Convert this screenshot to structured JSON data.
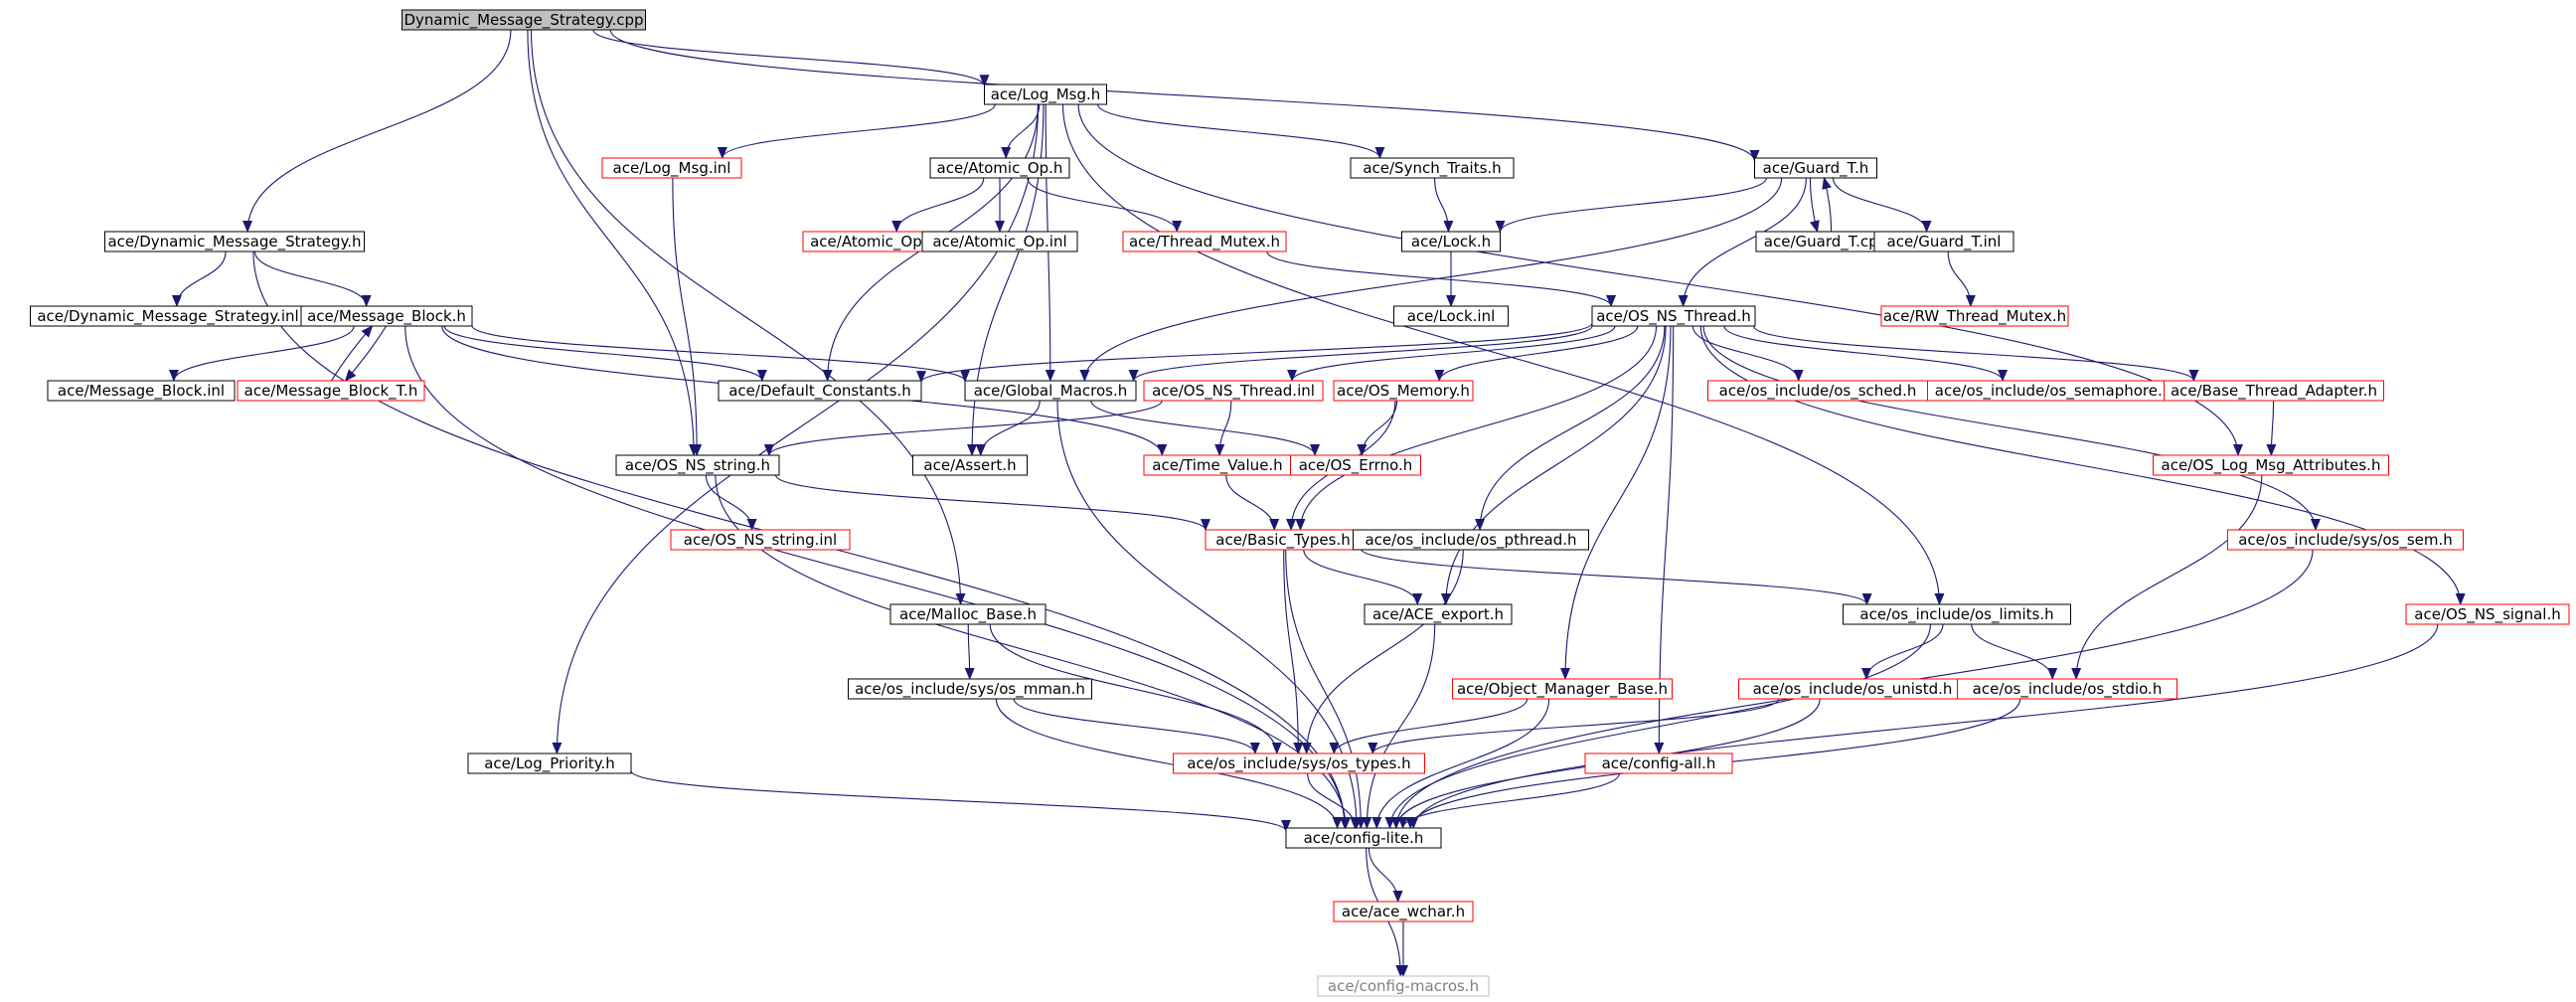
{
  "nodes": [
    {
      "id": "root",
      "label": "Dynamic_Message_Strategy.cpp",
      "style": "root"
    },
    {
      "id": "log_msg_h",
      "label": "ace/Log_Msg.h",
      "style": "black"
    },
    {
      "id": "log_msg_inl",
      "label": "ace/Log_Msg.inl",
      "style": "red"
    },
    {
      "id": "atomic_op_h",
      "label": "ace/Atomic_Op.h",
      "style": "black"
    },
    {
      "id": "synch_traits_h",
      "label": "ace/Synch_Traits.h",
      "style": "black"
    },
    {
      "id": "guard_t_h",
      "label": "ace/Guard_T.h",
      "style": "black"
    },
    {
      "id": "dms_h",
      "label": "ace/Dynamic_Message_Strategy.h",
      "style": "black"
    },
    {
      "id": "atomic_op_t_h",
      "label": "ace/Atomic_Op_T.h",
      "style": "red"
    },
    {
      "id": "atomic_op_inl",
      "label": "ace/Atomic_Op.inl",
      "style": "black"
    },
    {
      "id": "thread_mutex_h",
      "label": "ace/Thread_Mutex.h",
      "style": "red"
    },
    {
      "id": "lock_h",
      "label": "ace/Lock.h",
      "style": "black"
    },
    {
      "id": "guard_t_cpp",
      "label": "ace/Guard_T.cpp",
      "style": "black"
    },
    {
      "id": "guard_t_inl",
      "label": "ace/Guard_T.inl",
      "style": "black"
    },
    {
      "id": "dms_inl",
      "label": "ace/Dynamic_Message_Strategy.inl",
      "style": "black"
    },
    {
      "id": "message_block_h",
      "label": "ace/Message_Block.h",
      "style": "black"
    },
    {
      "id": "lock_inl",
      "label": "ace/Lock.inl",
      "style": "black"
    },
    {
      "id": "rw_thread_mutex_h",
      "label": "ace/RW_Thread_Mutex.h",
      "style": "red"
    },
    {
      "id": "os_ns_thread_h",
      "label": "ace/OS_NS_Thread.h",
      "style": "black"
    },
    {
      "id": "message_block_inl",
      "label": "ace/Message_Block.inl",
      "style": "black"
    },
    {
      "id": "message_block_t_h",
      "label": "ace/Message_Block_T.h",
      "style": "red"
    },
    {
      "id": "default_constants_h",
      "label": "ace/Default_Constants.h",
      "style": "black"
    },
    {
      "id": "global_macros_h",
      "label": "ace/Global_Macros.h",
      "style": "black"
    },
    {
      "id": "os_ns_thread_inl",
      "label": "ace/OS_NS_Thread.inl",
      "style": "red"
    },
    {
      "id": "os_memory_h",
      "label": "ace/OS_Memory.h",
      "style": "red"
    },
    {
      "id": "os_sched_h",
      "label": "ace/os_include/os_sched.h",
      "style": "red"
    },
    {
      "id": "os_semaphore_h",
      "label": "ace/os_include/os_semaphore.h",
      "style": "red"
    },
    {
      "id": "base_thread_adapter_h",
      "label": "ace/Base_Thread_Adapter.h",
      "style": "red"
    },
    {
      "id": "os_ns_string_h",
      "label": "ace/OS_NS_string.h",
      "style": "black"
    },
    {
      "id": "assert_h",
      "label": "ace/Assert.h",
      "style": "black"
    },
    {
      "id": "time_value_h",
      "label": "ace/Time_Value.h",
      "style": "red"
    },
    {
      "id": "os_errno_h",
      "label": "ace/OS_Errno.h",
      "style": "red"
    },
    {
      "id": "os_log_msg_attributes_h",
      "label": "ace/OS_Log_Msg_Attributes.h",
      "style": "red"
    },
    {
      "id": "os_ns_string_inl",
      "label": "ace/OS_NS_string.inl",
      "style": "red"
    },
    {
      "id": "basic_types_h",
      "label": "ace/Basic_Types.h",
      "style": "red"
    },
    {
      "id": "os_pthread_h",
      "label": "ace/os_include/os_pthread.h",
      "style": "black"
    },
    {
      "id": "os_sem_h",
      "label": "ace/os_include/sys/os_sem.h",
      "style": "red"
    },
    {
      "id": "malloc_base_h",
      "label": "ace/Malloc_Base.h",
      "style": "black"
    },
    {
      "id": "ace_export_h",
      "label": "ace/ACE_export.h",
      "style": "black"
    },
    {
      "id": "os_limits_h",
      "label": "ace/os_include/os_limits.h",
      "style": "black"
    },
    {
      "id": "os_ns_signal_h",
      "label": "ace/OS_NS_signal.h",
      "style": "red"
    },
    {
      "id": "os_mman_h",
      "label": "ace/os_include/sys/os_mman.h",
      "style": "black"
    },
    {
      "id": "object_manager_base_h",
      "label": "ace/Object_Manager_Base.h",
      "style": "red"
    },
    {
      "id": "os_unistd_h",
      "label": "ace/os_include/os_unistd.h",
      "style": "red"
    },
    {
      "id": "os_stdio_h",
      "label": "ace/os_include/os_stdio.h",
      "style": "red"
    },
    {
      "id": "log_priority_h",
      "label": "ace/Log_Priority.h",
      "style": "black"
    },
    {
      "id": "os_types_h",
      "label": "ace/os_include/sys/os_types.h",
      "style": "red"
    },
    {
      "id": "config_all_h",
      "label": "ace/config-all.h",
      "style": "red"
    },
    {
      "id": "config_lite_h",
      "label": "ace/config-lite.h",
      "style": "black"
    },
    {
      "id": "ace_wchar_h",
      "label": "ace/ace_wchar.h",
      "style": "red"
    },
    {
      "id": "config_macros_h",
      "label": "ace/config-macros.h",
      "style": "gray"
    }
  ],
  "edges": [
    [
      "root",
      "log_msg_h"
    ],
    [
      "root",
      "guard_t_h"
    ],
    [
      "root",
      "dms_h"
    ],
    [
      "root",
      "os_ns_string_h"
    ],
    [
      "root",
      "malloc_base_h"
    ],
    [
      "log_msg_h",
      "log_msg_inl"
    ],
    [
      "log_msg_h",
      "atomic_op_h"
    ],
    [
      "log_msg_h",
      "synch_traits_h"
    ],
    [
      "log_msg_h",
      "default_constants_h"
    ],
    [
      "log_msg_h",
      "global_macros_h"
    ],
    [
      "log_msg_h",
      "assert_h"
    ],
    [
      "log_msg_h",
      "log_priority_h"
    ],
    [
      "log_msg_h",
      "os_log_msg_attributes_h"
    ],
    [
      "log_msg_h",
      "os_limits_h"
    ],
    [
      "log_msg_inl",
      "os_ns_string_h"
    ],
    [
      "atomic_op_h",
      "atomic_op_t_h"
    ],
    [
      "atomic_op_h",
      "atomic_op_inl"
    ],
    [
      "atomic_op_h",
      "thread_mutex_h"
    ],
    [
      "thread_mutex_h",
      "os_ns_thread_h"
    ],
    [
      "synch_traits_h",
      "lock_h"
    ],
    [
      "lock_h",
      "lock_inl"
    ],
    [
      "guard_t_h",
      "lock_h"
    ],
    [
      "guard_t_h",
      "guard_t_cpp"
    ],
    [
      "guard_t_h",
      "guard_t_inl"
    ],
    [
      "guard_t_h",
      "os_ns_thread_h"
    ],
    [
      "guard_t_h",
      "global_macros_h"
    ],
    [
      "guard_t_cpp",
      "guard_t_h"
    ],
    [
      "guard_t_inl",
      "rw_thread_mutex_h"
    ],
    [
      "dms_h",
      "dms_inl"
    ],
    [
      "dms_h",
      "message_block_h"
    ],
    [
      "dms_h",
      "config_lite_h"
    ],
    [
      "message_block_h",
      "message_block_inl"
    ],
    [
      "message_block_h",
      "message_block_t_h"
    ],
    [
      "message_block_h",
      "default_constants_h"
    ],
    [
      "message_block_h",
      "global_macros_h"
    ],
    [
      "message_block_h",
      "time_value_h"
    ],
    [
      "message_block_h",
      "config_lite_h"
    ],
    [
      "message_block_t_h",
      "message_block_h"
    ],
    [
      "os_ns_thread_h",
      "default_constants_h"
    ],
    [
      "os_ns_thread_h",
      "global_macros_h"
    ],
    [
      "os_ns_thread_h",
      "os_ns_thread_inl"
    ],
    [
      "os_ns_thread_h",
      "os_memory_h"
    ],
    [
      "os_ns_thread_h",
      "os_sched_h"
    ],
    [
      "os_ns_thread_h",
      "os_semaphore_h"
    ],
    [
      "os_ns_thread_h",
      "base_thread_adapter_h"
    ],
    [
      "os_ns_thread_h",
      "basic_types_h"
    ],
    [
      "os_ns_thread_h",
      "os_pthread_h"
    ],
    [
      "os_ns_thread_h",
      "ace_export_h"
    ],
    [
      "os_ns_thread_h",
      "object_manager_base_h"
    ],
    [
      "os_ns_thread_h",
      "config_all_h"
    ],
    [
      "os_ns_thread_h",
      "os_sem_h"
    ],
    [
      "os_ns_thread_h",
      "os_ns_signal_h"
    ],
    [
      "global_macros_h",
      "assert_h"
    ],
    [
      "global_macros_h",
      "os_errno_h"
    ],
    [
      "global_macros_h",
      "config_lite_h"
    ],
    [
      "os_ns_thread_inl",
      "time_value_h"
    ],
    [
      "os_ns_thread_inl",
      "os_ns_string_h"
    ],
    [
      "os_memory_h",
      "os_errno_h"
    ],
    [
      "os_memory_h",
      "basic_types_h"
    ],
    [
      "base_thread_adapter_h",
      "os_log_msg_attributes_h"
    ],
    [
      "os_ns_string_h",
      "os_ns_string_inl"
    ],
    [
      "os_ns_string_h",
      "basic_types_h"
    ],
    [
      "os_ns_string_h",
      "config_lite_h"
    ],
    [
      "time_value_h",
      "basic_types_h"
    ],
    [
      "os_log_msg_attributes_h",
      "os_stdio_h"
    ],
    [
      "basic_types_h",
      "ace_export_h"
    ],
    [
      "basic_types_h",
      "os_limits_h"
    ],
    [
      "basic_types_h",
      "os_types_h"
    ],
    [
      "basic_types_h",
      "config_lite_h"
    ],
    [
      "os_pthread_h",
      "os_types_h"
    ],
    [
      "os_sem_h",
      "config_lite_h"
    ],
    [
      "malloc_base_h",
      "os_mman_h"
    ],
    [
      "malloc_base_h",
      "os_types_h"
    ],
    [
      "ace_export_h",
      "config_lite_h"
    ],
    [
      "os_limits_h",
      "os_unistd_h"
    ],
    [
      "os_limits_h",
      "os_stdio_h"
    ],
    [
      "os_limits_h",
      "config_lite_h"
    ],
    [
      "os_ns_signal_h",
      "config_lite_h"
    ],
    [
      "os_mman_h",
      "os_types_h"
    ],
    [
      "os_mman_h",
      "config_lite_h"
    ],
    [
      "object_manager_base_h",
      "os_types_h"
    ],
    [
      "object_manager_base_h",
      "config_lite_h"
    ],
    [
      "os_unistd_h",
      "os_types_h"
    ],
    [
      "os_unistd_h",
      "config_lite_h"
    ],
    [
      "os_stdio_h",
      "config_lite_h"
    ],
    [
      "log_priority_h",
      "config_lite_h"
    ],
    [
      "os_types_h",
      "config_lite_h"
    ],
    [
      "config_all_h",
      "config_lite_h"
    ],
    [
      "config_lite_h",
      "ace_wchar_h"
    ],
    [
      "config_lite_h",
      "config_macros_h"
    ],
    [
      "ace_wchar_h",
      "config_macros_h"
    ]
  ],
  "colors": {
    "edge": "#191970",
    "black_border": "#000000",
    "red_border": "#ff0000",
    "gray_border": "#bfbfbf",
    "gray_text": "#7f7f7f",
    "root_fill": "#bfbfbf"
  }
}
